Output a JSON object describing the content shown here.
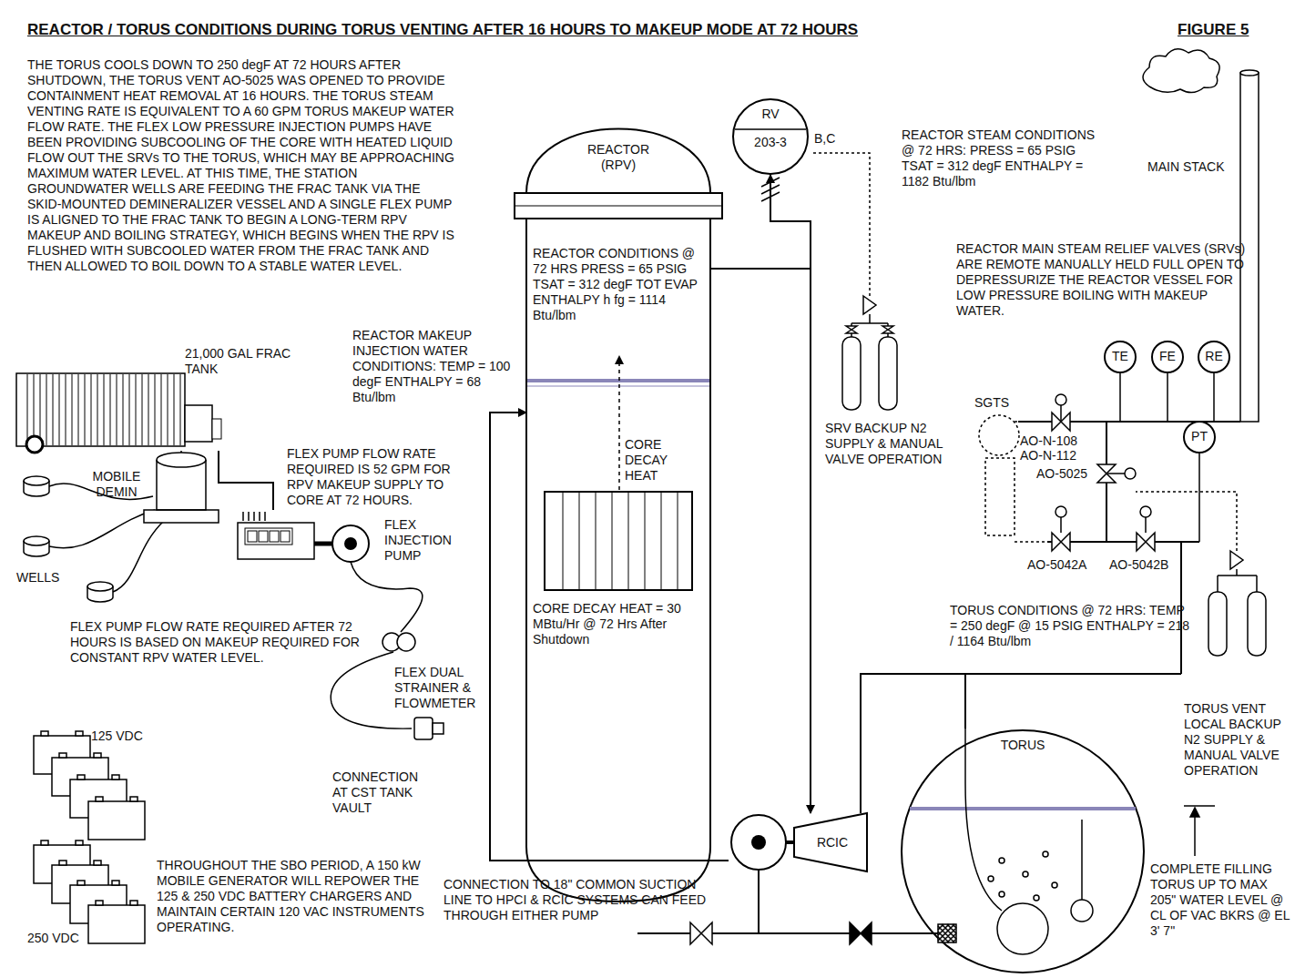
{
  "diagram": {
    "title": "REACTOR / TORUS CONDITIONS DURING TORUS VENTING AFTER 16 HOURS TO MAKEUP MODE AT 72 HOURS",
    "nodes": [
      {
        "text": [
          "REACTOR (RPV)",
          "REACTOR CONDITIONS @ 72 HRS PRESS = 65 PSIG TSAT = 312 degF TOT EVAP ENTHALPY h fg = 1114 Btu/lbm",
          "CORE DECAY HEAT",
          "CORE DECAY HEAT = 30 MBtu/Hr @ 72 Hrs After Shutdown"
        ]
      },
      {
        "text": [
          "RV",
          "203-3",
          "B,C"
        ]
      },
      {
        "text": [
          "TE"
        ]
      },
      {
        "text": [
          "FE"
        ]
      },
      {
        "text": [
          "RE"
        ]
      },
      {
        "text": [
          "PT"
        ]
      },
      {
        "text": [
          "TORUS"
        ]
      },
      {
        "text": [
          "RCIC"
        ]
      },
      {
        "text": [
          "21,000 GAL FRAC TANK"
        ]
      },
      {
        "text": [
          "FLEX INJECTION PUMP"
        ]
      }
    ],
    "edges": [
      {
        "from": 8,
        "to": 9,
        "arrow": "none"
      },
      {
        "from": 0,
        "to": 1,
        "arrow": "to"
      },
      {
        "from": 0,
        "to": 7,
        "arrow": "to"
      },
      {
        "from": 7,
        "to": 0,
        "arrow": "to"
      },
      {
        "from": 7,
        "to": 6,
        "arrow": "none"
      }
    ],
    "labels": [
      "FIGURE 5",
      "THE TORUS COOLS DOWN TO 250 degF AT 72 HOURS AFTER SHUTDOWN, THE TORUS VENT AO-5025 WAS OPENED TO PROVIDE CONTAINMENT HEAT REMOVAL AT 16 HOURS. THE TORUS STEAM VENTING RATE IS EQUIVALENT TO A 60 GPM TORUS MAKEUP WATER FLOW RATE. THE FLEX LOW PRESSURE INJECTION PUMPS HAVE BEEN PROVIDING SUBCOOLING OF THE CORE WITH HEATED LIQUID FLOW OUT THE SRVs TO THE TORUS, WHICH MAY BE APPROACHING MAXIMUM WATER LEVEL. AT THIS TIME, THE STATION GROUNDWATER WELLS ARE FEEDING THE FRAC TANK VIA THE SKID-MOUNTED DEMINERALIZER VESSEL AND A SINGLE FLEX PUMP IS ALIGNED TO THE FRAC TANK TO BEGIN A LONG-TERM RPV MAKEUP AND BOILING STRATEGY, WHICH BEGINS WHEN THE RPV IS FLUSHED WITH SUBCOOLED WATER FROM THE FRAC TANK AND THEN ALLOWED TO BOIL DOWN TO A STABLE WATER LEVEL.",
      "REACTOR STEAM CONDITIONS @ 72 HRS: PRESS = 65 PSIG TSAT = 312 degF ENTHALPY = 1182 Btu/lbm",
      "REACTOR MAIN STEAM RELIEF VALVES (SRVs) ARE REMOTE MANUALLY HELD FULL OPEN TO DEPRESSURIZE THE REACTOR VESSEL FOR LOW PRESSURE BOILING WITH MAKEUP WATER.",
      "MAIN STACK",
      "REACTOR MAKEUP INJECTION WATER CONDITIONS: TEMP = 100 degF ENTHALPY = 68 Btu/lbm",
      "SGTS",
      "AO-N-108",
      "AO-N-112",
      "AO-5025",
      "FLEX PUMP FLOW RATE REQUIRED IS 52 GPM FOR RPV MAKEUP SUPPLY TO CORE AT 72 HOURS.",
      "MOBILE DEMIN",
      "SRV BACKUP N2 SUPPLY & MANUAL VALVE OPERATION",
      "WELLS",
      "AO-5042A",
      "AO-5042B",
      "TORUS CONDITIONS @ 72 HRS: TEMP = 250 degF @ 15 PSIG ENTHALPY = 218 / 1164 Btu/lbm",
      "FLEX PUMP FLOW RATE REQUIRED AFTER 72 HOURS IS BASED ON MAKEUP REQUIRED FOR CONSTANT RPV WATER LEVEL.",
      "FLEX DUAL STRAINER & FLOWMETER",
      "TORUS VENT LOCAL BACKUP N2 SUPPLY & MANUAL VALVE OPERATION",
      "125 VDC",
      "CONNECTION AT CST TANK VAULT",
      "COMPLETE FILLING TORUS UP TO MAX 205\" WATER LEVEL @ CL OF VAC BKRS @ EL 3' 7\"",
      "THROUGHOUT THE SBO PERIOD, A 150 kW MOBILE GENERATOR WILL REPOWER THE 125 & 250 VDC BATTERY CHARGERS AND MAINTAIN CERTAIN 120 VAC INSTRUMENTS OPERATING.",
      "CONNECTION TO 18\" COMMON SUCTION LINE TO HPCI & RCIC SYSTEMS CAN FEED THROUGH EITHER PUMP",
      "250 VDC"
    ]
  }
}
